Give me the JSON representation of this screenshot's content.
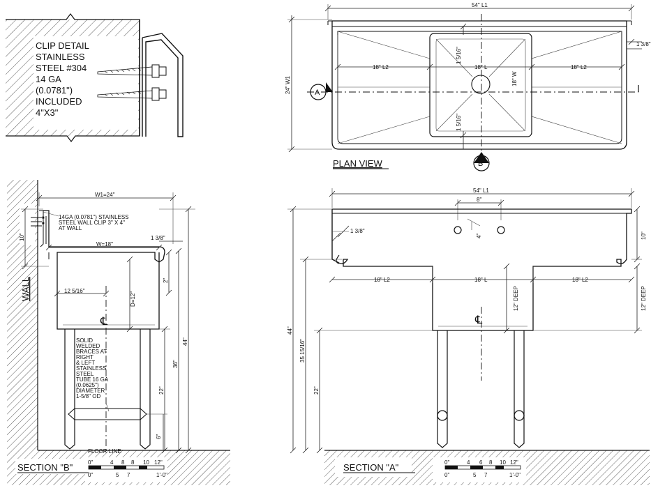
{
  "clip_detail": {
    "lines": [
      "CLIP DETAIL",
      "STAINLESS",
      "STEEL #304",
      "14 GA",
      "(0.0781\")",
      "INCLUDED",
      "4\"X3\""
    ]
  },
  "plan_view": {
    "title": "PLAN VIEW",
    "overall_width": "54\" L1",
    "overall_depth": "24\" W1",
    "drainboard_left": "18\" L2",
    "bowl_length": "18\" L",
    "drainboard_right": "18\" L2",
    "bowl_width": "18\" W",
    "top_offset": "1 5/16\"",
    "bottom_offset": "1 5/16\"",
    "backsplash_offset": "1 3/8\"",
    "section_a": "A",
    "section_b": "B"
  },
  "section_b": {
    "title": "SECTION \"B\"",
    "wall_label": "WALL",
    "w1": "W1=24\"",
    "w": "W=18\"",
    "clip_note": [
      "14GA (0.0781\") STAINLESS",
      "STEEL WALL CLIP 3\" X 4\"",
      "AT WALL"
    ],
    "rim": "1 3/8\"",
    "backsplash_height": "10\"",
    "rim_drop": "2\"",
    "drain_offset": "12 5/16\"",
    "depth": "D=12\"",
    "height_44": "44\"",
    "height_36": "36\"",
    "height_22": "22\"",
    "height_6": "6\"",
    "brace_note": [
      "SOLID",
      "WELDED",
      "BRACES AT",
      "RIGHT",
      "& LEFT",
      "STAINLESS",
      "STEEL",
      "TUBE 16 GA",
      "(0.0625\")",
      "DIAMETER",
      "1-5/8\" OD"
    ],
    "floor_line": "FLOOR LINE",
    "centerline": "℄"
  },
  "section_a": {
    "title": "SECTION \"A\"",
    "overall_width": "54\" L1",
    "faucet_spacing": "8\"",
    "faucet_hole": "4\"",
    "backsplash_offset": "1 3/8\"",
    "backsplash_height": "10\"",
    "drainboard_left": "18\" L2",
    "bowl_length": "18\" L",
    "drainboard_right": "18\" L2",
    "bowl_deep": "12\" DEEP",
    "bowl_deep_right": "12\" DEEP",
    "height_44": "44\"",
    "height_rim": "35 15/16\"",
    "height_22": "22\"",
    "centerline": "℄"
  },
  "scale_bar": {
    "top_ticks": [
      "0\"",
      "4",
      "8",
      "10",
      "12\""
    ],
    "mid_tick": "6",
    "bottom_ticks": [
      "0\"",
      "5",
      "7",
      "1'-0\""
    ]
  }
}
